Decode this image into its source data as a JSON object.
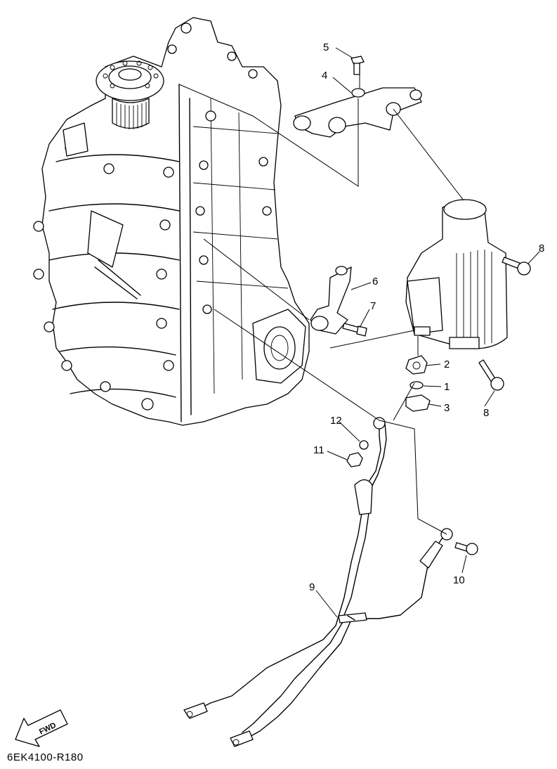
{
  "diagram": {
    "callouts": [
      {
        "id": "c1",
        "text": "1"
      },
      {
        "id": "c2",
        "text": "2"
      },
      {
        "id": "c3",
        "text": "3"
      },
      {
        "id": "c4",
        "text": "4"
      },
      {
        "id": "c5",
        "text": "5"
      },
      {
        "id": "c6",
        "text": "6"
      },
      {
        "id": "c7",
        "text": "7"
      },
      {
        "id": "c8a",
        "text": "8"
      },
      {
        "id": "c8b",
        "text": "8"
      },
      {
        "id": "c9",
        "text": "9"
      },
      {
        "id": "c10",
        "text": "10"
      },
      {
        "id": "c11",
        "text": "11"
      },
      {
        "id": "c12",
        "text": "12"
      }
    ],
    "fwd_label": "FWD",
    "drawing_code": "6EK4100-R180"
  }
}
